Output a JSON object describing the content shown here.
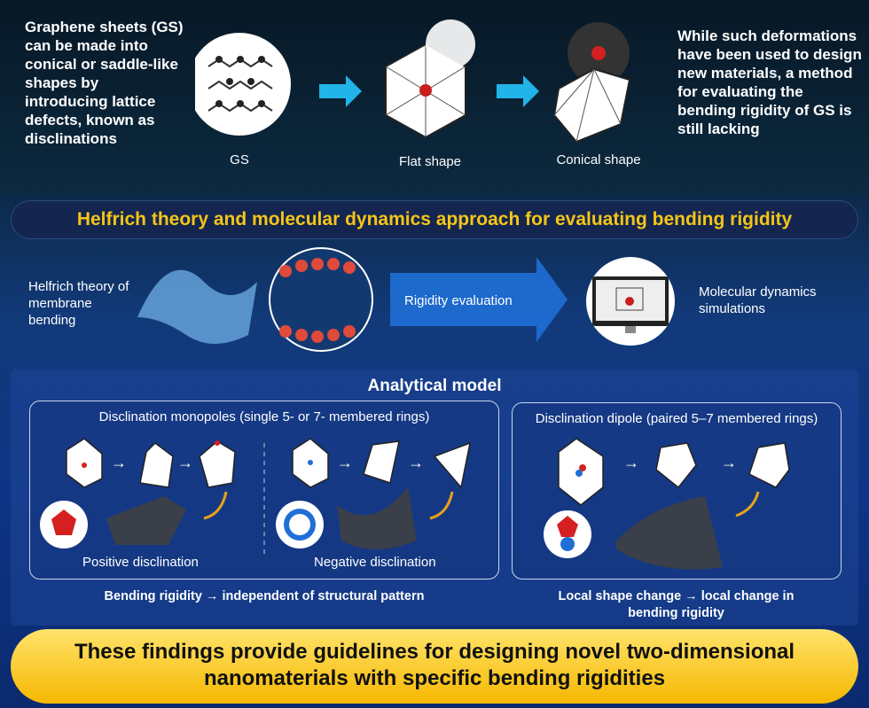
{
  "top": {
    "left_text": "Graphene sheets (GS) can be made into conical or saddle-like shapes by introducing lattice defects, known as disclinations",
    "right_text": "While such deformations have been used to design new materials, a method for evaluating the bending rigidity of GS is still lacking",
    "captions": [
      "GS",
      "Flat shape",
      "Conical shape"
    ]
  },
  "banner": "Helfrich theory and molecular dynamics approach for evaluating bending rigidity",
  "middle": {
    "left_label": "Helfrich theory of membrane bending",
    "arrow_label": "Rigidity evaluation",
    "right_label": "Molecular dynamics simulations"
  },
  "analytical": {
    "title": "Analytical model",
    "monopoles": {
      "title": "Disclination monopoles (single 5- or 7- membered rings)",
      "positive": "Positive disclination",
      "negative": "Negative disclination"
    },
    "dipole": {
      "title": "Disclination dipole (paired 5–7 membered rings)"
    },
    "conclusion_left": "Bending rigidity → independent of structural pattern",
    "conclusion_right": "Local shape change → local change in bending rigidity"
  },
  "final": "These findings provide guidelines for designing novel two-dimensional nanomaterials with specific bending rigidities",
  "colors": {
    "accent": "#f5c518",
    "defect_positive": "#d42020",
    "defect_negative": "#1f6fd6"
  }
}
